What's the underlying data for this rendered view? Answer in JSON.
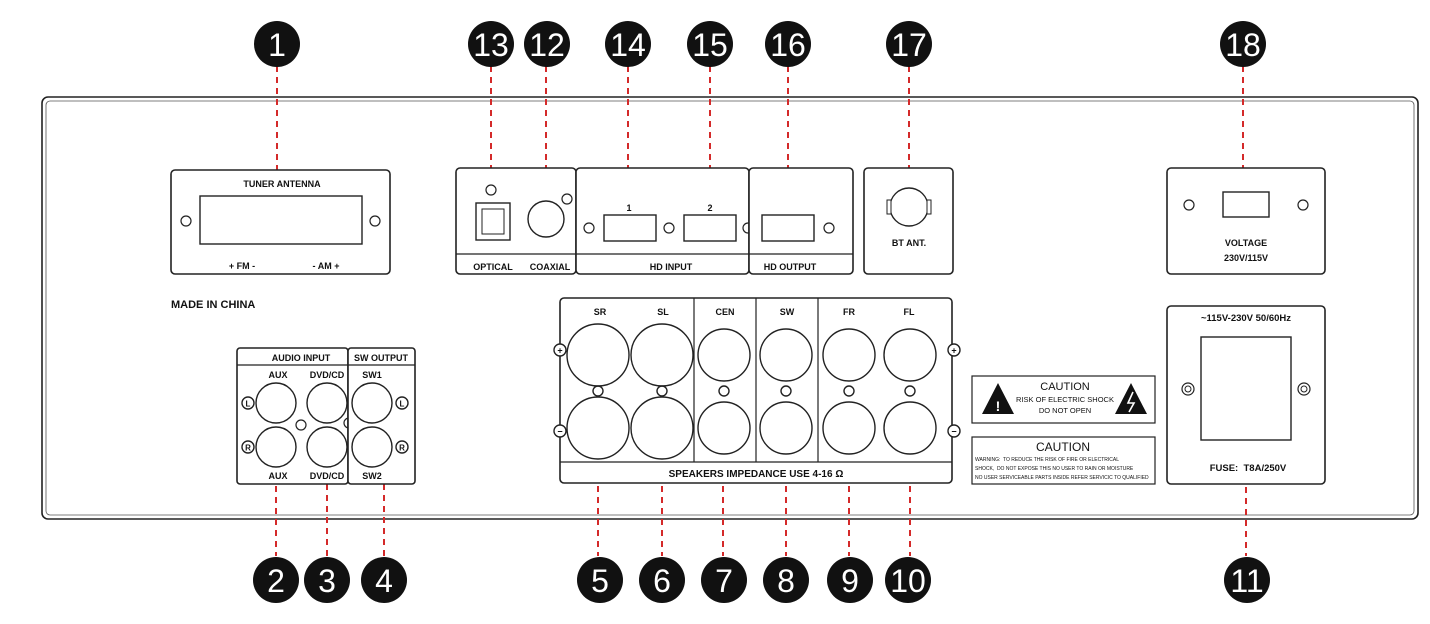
{
  "callouts": [
    {
      "number": "1"
    },
    {
      "number": "2"
    },
    {
      "number": "3"
    },
    {
      "number": "4"
    },
    {
      "number": "5"
    },
    {
      "number": "6"
    },
    {
      "number": "7"
    },
    {
      "number": "8"
    },
    {
      "number": "9"
    },
    {
      "number": "10"
    },
    {
      "number": "11"
    },
    {
      "number": "12"
    },
    {
      "number": "13"
    },
    {
      "number": "14"
    },
    {
      "number": "15"
    },
    {
      "number": "16"
    },
    {
      "number": "17"
    },
    {
      "number": "18"
    }
  ],
  "tuner": {
    "title": "TUNER ANTENNA",
    "fm": "+ FM -",
    "am": "- AM +"
  },
  "made_in": "MADE IN CHINA",
  "digital": {
    "optical": "OPTICAL",
    "coaxial": "COAXIAL",
    "hd_input": "HD INPUT",
    "hd_input_1": "1",
    "hd_input_2": "2",
    "hd_output": "HD OUTPUT"
  },
  "bt": "BT ANT.",
  "voltage": {
    "title": "VOLTAGE",
    "value": "230V/115V"
  },
  "audio_input": {
    "title": "AUDIO INPUT",
    "aux_top": "AUX",
    "dvd_top": "DVD/CD",
    "aux_bottom": "AUX",
    "dvd_bottom": "DVD/CD",
    "left": "L",
    "right": "R"
  },
  "sw_output": {
    "title": "SW OUTPUT",
    "sw1": "SW1",
    "sw2": "SW2"
  },
  "speakers": {
    "channels": [
      "SR",
      "SL",
      "CEN",
      "SW",
      "FR",
      "FL"
    ],
    "impedance": "SPEAKERS IMPEDANCE USE 4-16 Ω",
    "plus": "+",
    "minus": "−"
  },
  "caution1": {
    "title": "CAUTION",
    "line1": "RISK OF ELECTRIC SHOCK",
    "line2": "DO NOT OPEN"
  },
  "caution2": {
    "title": "CAUTION",
    "line1": "WARNING:  TO REDUCE THE RISK OF FIRE OR ELECTRICAL",
    "line2": "SHOCK,  DO NOT EXPOSE THIS NO USER TO RAIN OR MOISTURE",
    "line3": "NO USER SERVICEABLE PARTS INSIDE REFER SERVICIC TO QUALIFIED"
  },
  "power": {
    "title": "~115V-230V 50/60Hz",
    "fuse": "FUSE:  T8A/250V"
  }
}
